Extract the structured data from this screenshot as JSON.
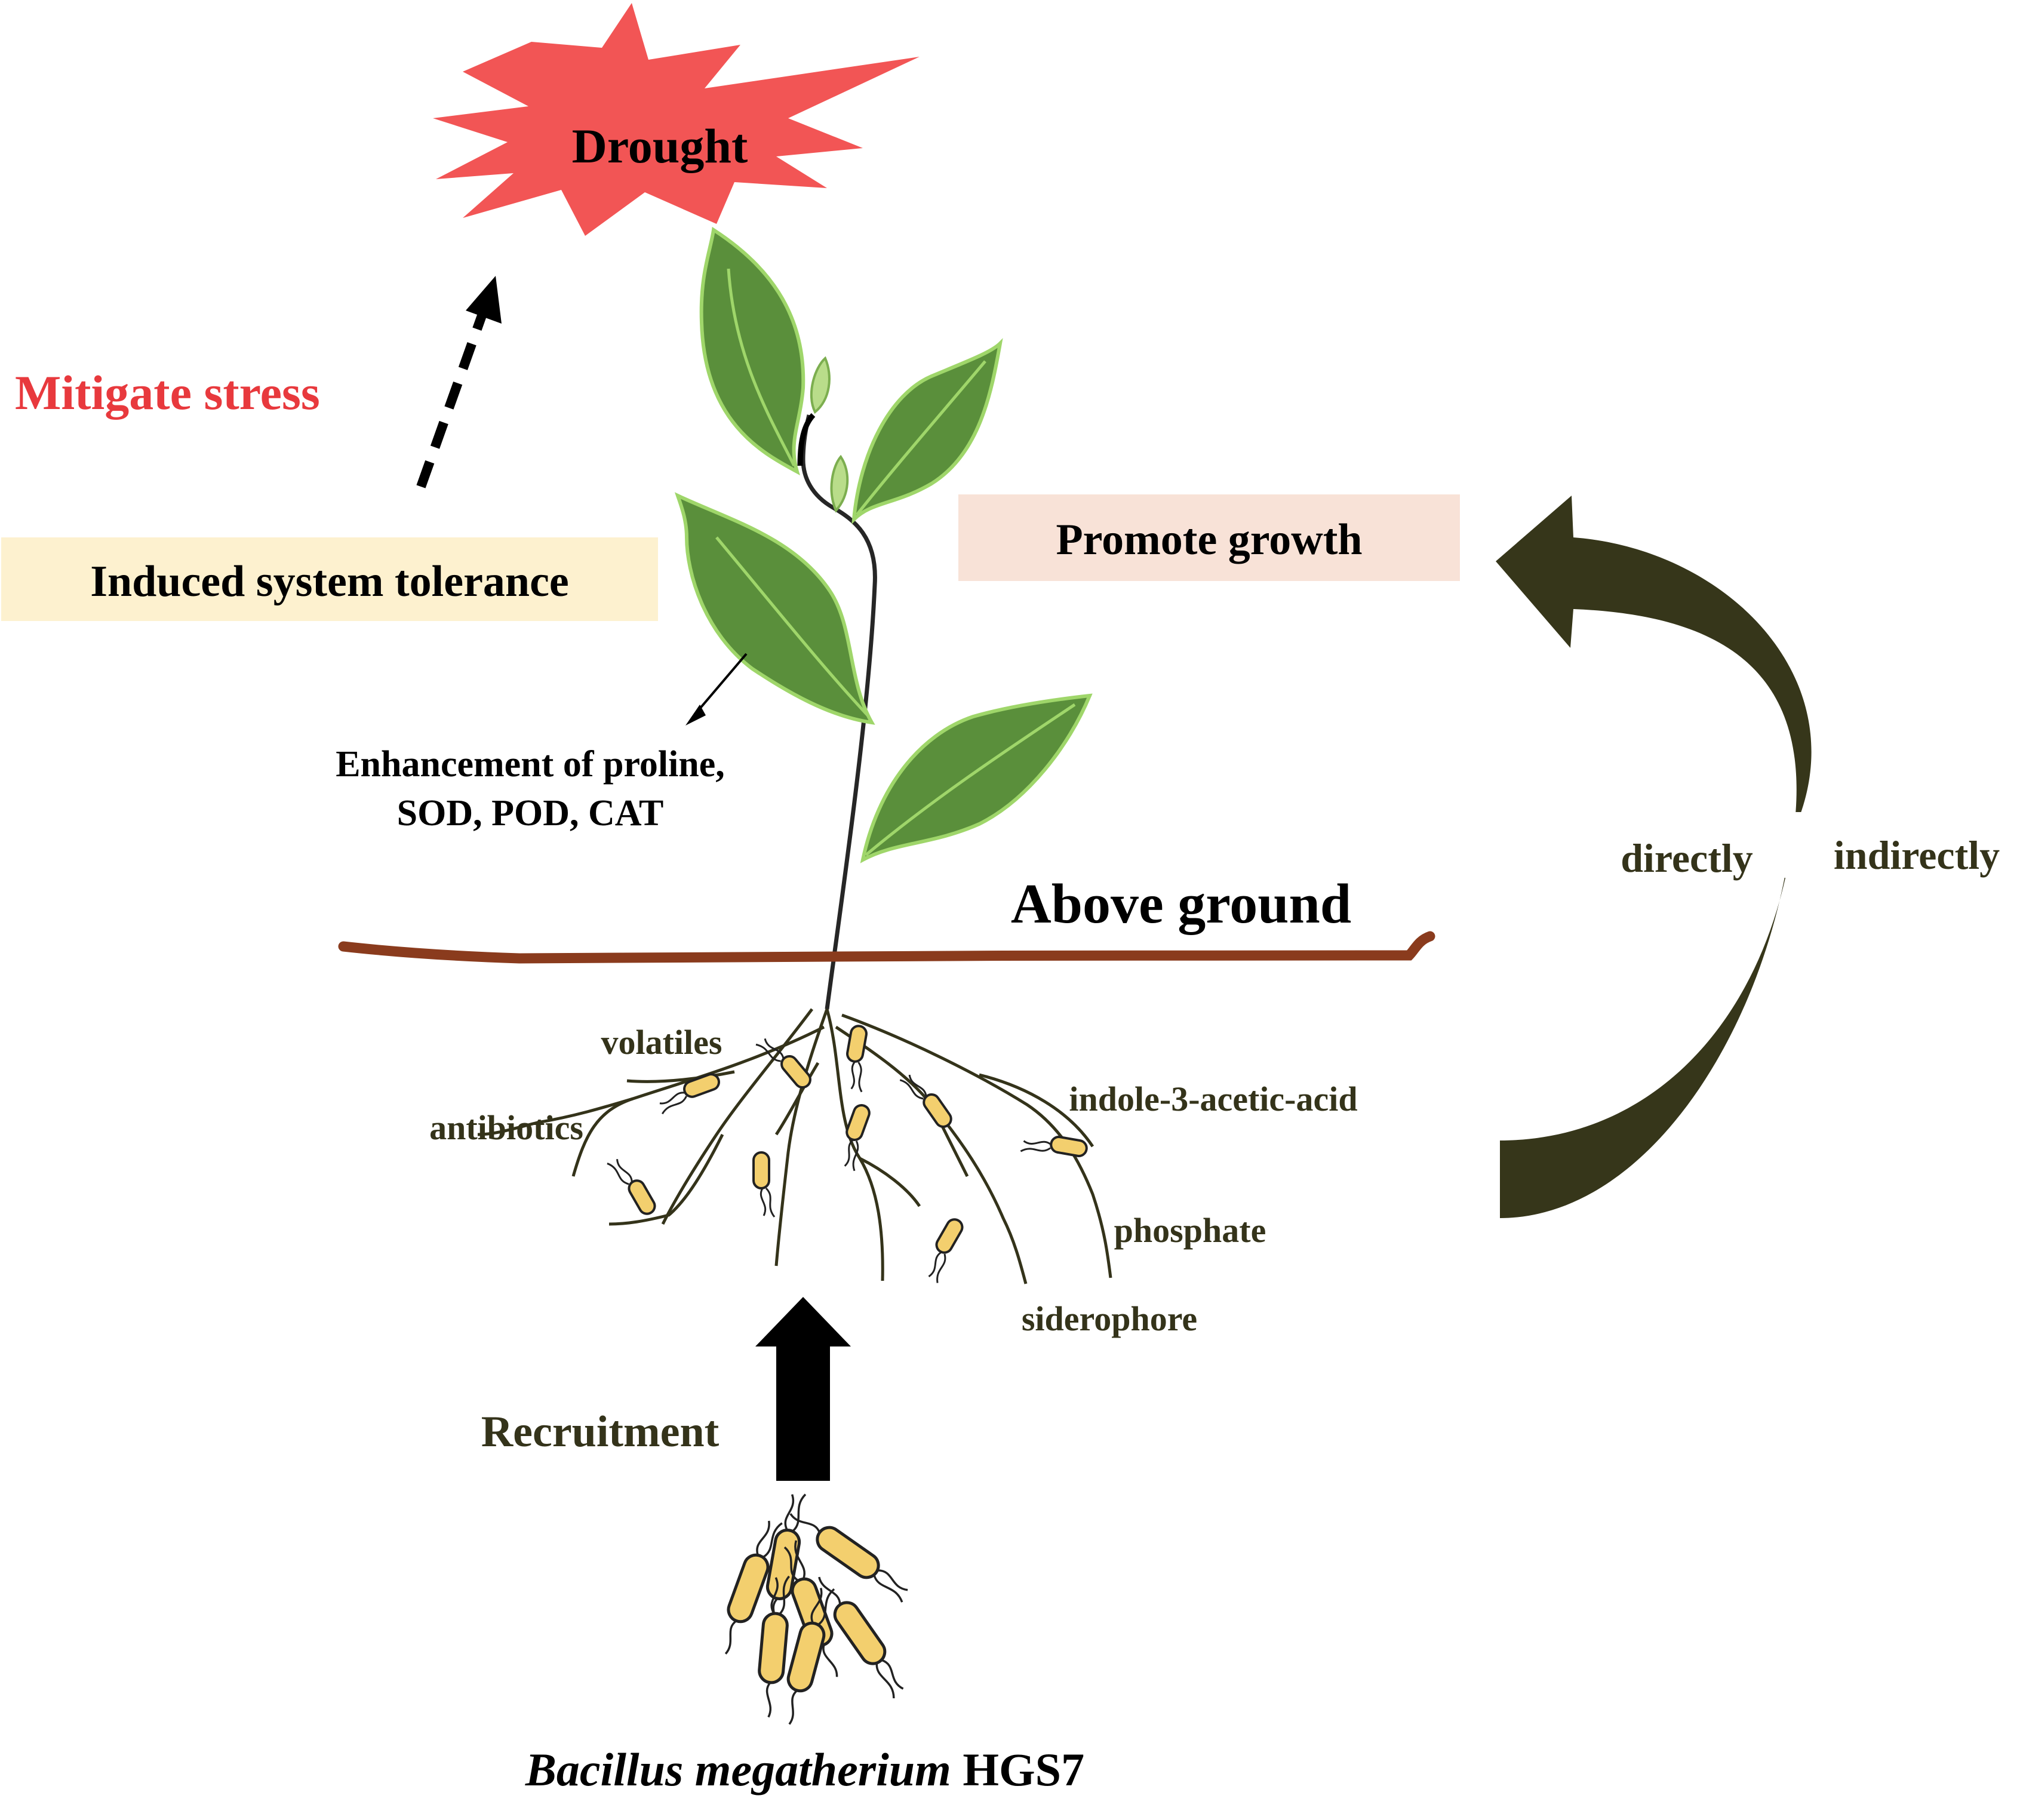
{
  "stress": {
    "label": "Drought",
    "burst_color": "#f25555"
  },
  "mitigate": {
    "label": "Mitigate stress",
    "color": "#e8393d"
  },
  "tolerance_box": {
    "label": "Induced system tolerance",
    "fill": "#fdf1cf"
  },
  "growth_box": {
    "label": "Promote growth",
    "fill": "#f8e2d7"
  },
  "leaf_effect": {
    "line1": "Enhancement of proline,",
    "line2": "SOD, POD, CAT"
  },
  "ground": {
    "label": "Above ground",
    "line_color": "#8a3b1d"
  },
  "root_labels": {
    "volatiles": "volatiles",
    "antibiotics": "antibiotics",
    "iaa": "indole-3-acetic-acid",
    "phosphate": "phosphate",
    "siderophore": "siderophore"
  },
  "curve": {
    "directly": "directly",
    "indirectly": "indirectly",
    "color": "#36361a"
  },
  "recruitment": {
    "label": "Recruitment"
  },
  "bacterium": {
    "species": "Bacillus megatherium",
    "strain": "HGS7",
    "cell_color": "#f3cf6e"
  },
  "colors": {
    "leaf": "#5a8f3b",
    "leaf_edge": "#9fd66a",
    "stem": "#262626",
    "text_olive": "#34331a"
  }
}
